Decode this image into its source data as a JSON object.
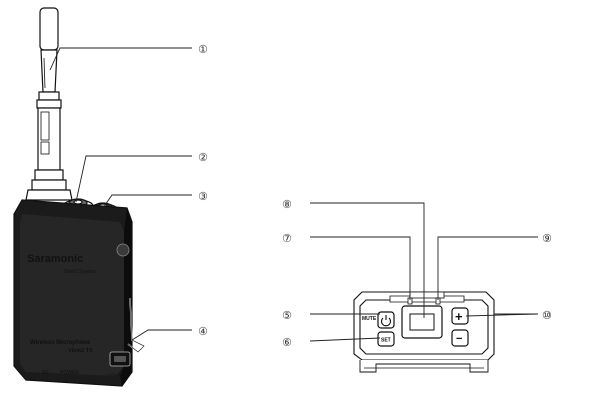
{
  "transmitter": {
    "brand": "Saramonic",
    "system": "Vlink2 System",
    "product_line1": "Wireless Microphone",
    "product_line2": "Vlink2 TX",
    "port_label": "USB-C 5V",
    "rf_label": "RF",
    "power_label": "POWER"
  },
  "panel": {
    "mute_label": "MUTE",
    "set_label": "SET",
    "plus_symbol": "+",
    "minus_symbol": "−"
  },
  "callouts": [
    "①",
    "②",
    "③",
    "④",
    "⑤",
    "⑥",
    "⑦",
    "⑧",
    "⑨",
    "⑩"
  ]
}
